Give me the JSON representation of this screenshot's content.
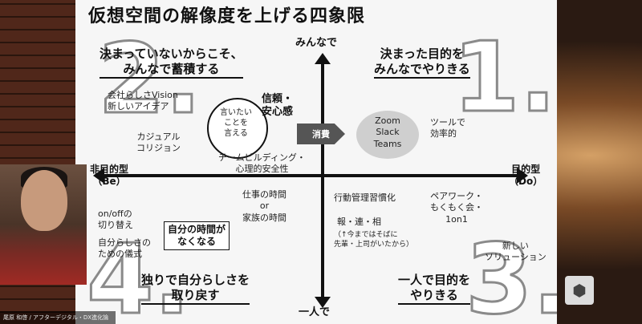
{
  "slide": {
    "title": "仮想空間の解像度を上げる四象限",
    "axes": {
      "top": "みんなで",
      "bottom": "一人で",
      "left": "非目的型\n（Be）",
      "right": "目的型\n（Do）"
    },
    "q1": {
      "num": "1.",
      "heading": "決まった目的を\nみんなでやりきる",
      "tools": "Zoom\nSlack\nTeams",
      "tools_note": "ツールで\n効率的",
      "consume": "消費"
    },
    "q2": {
      "num": "2.",
      "heading": "決まっていないからこそ、\nみんなで蓄積する",
      "vision": "会社らしさVision\n新しいアイデア",
      "casual": "カジュアル\nコリジョン",
      "circle": "言いたい\nことを\n言える",
      "trust": "信頼・\n安心感",
      "team": "チームビルディング・\n心理的安全性"
    },
    "q3": {
      "num": "3.",
      "heading": "一人で目的を\nやりきる",
      "habit": "行動管理習慣化",
      "houren": "報・連・相",
      "houren_note": "（↑今まではそばに\n先輩・上司がいたから）",
      "pair": "ペアワーク・\nもくもく会・\n1on1",
      "solution": "新しい\nソリューション"
    },
    "q4": {
      "num": "4.",
      "heading": "独りで自分らしさを\n取り戻す",
      "time": "仕事の時間\nor\n家族の時間",
      "onoff": "on/offの\n切り替え",
      "ritual": "自分らしさの\nための儀式",
      "own": "自分の時間が\nなくなる"
    }
  },
  "speaker_name": "尾原 和啓 / アフターデジタル・DX進化論",
  "colors": {
    "slide_bg": "#f6f6f6",
    "ink": "#111111"
  }
}
